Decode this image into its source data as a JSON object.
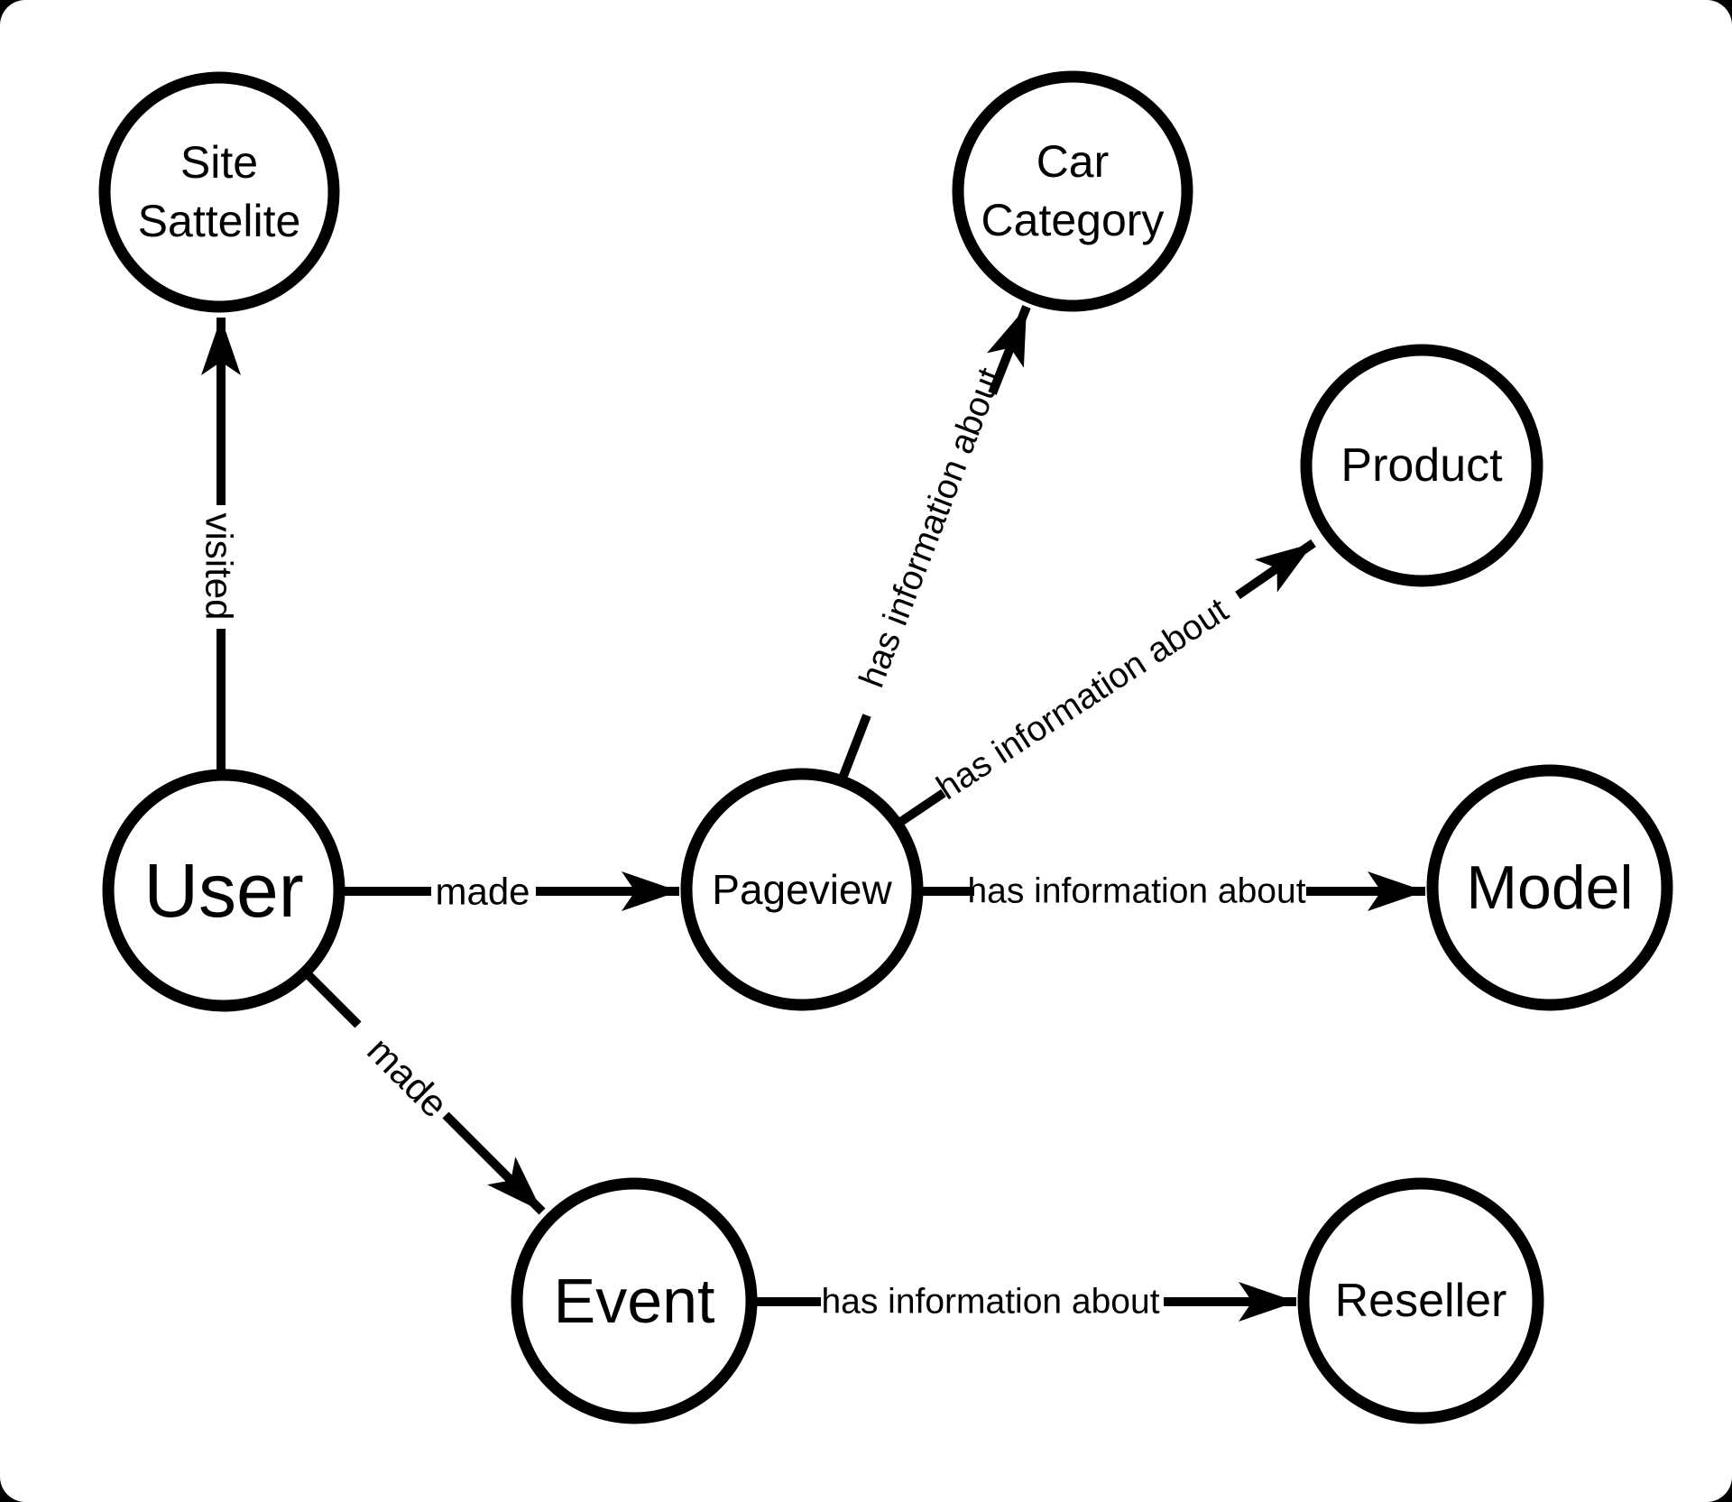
{
  "diagram": {
    "colors": {
      "background": "#ffffff",
      "ink": "#000000"
    },
    "nodes": {
      "site_sattelite": {
        "label_top": "Site",
        "label_bottom": "Sattelite"
      },
      "car_category": {
        "label_top": "Car",
        "label_bottom": "Category"
      },
      "product": {
        "label": "Product"
      },
      "user": {
        "label": "User"
      },
      "pageview": {
        "label": "Pageview"
      },
      "model": {
        "label": "Model"
      },
      "event": {
        "label": "Event"
      },
      "reseller": {
        "label": "Reseller"
      }
    },
    "edges": {
      "user_visited_site_sattelite": {
        "label": "visited"
      },
      "user_made_pageview": {
        "label": "made"
      },
      "user_made_event": {
        "label": "made"
      },
      "pageview_has_info_car_category": {
        "label": "has information about"
      },
      "pageview_has_info_product": {
        "label": "has information about"
      },
      "pageview_has_info_model": {
        "label": "has information about"
      },
      "event_has_info_reseller": {
        "label": "has information about"
      }
    }
  }
}
